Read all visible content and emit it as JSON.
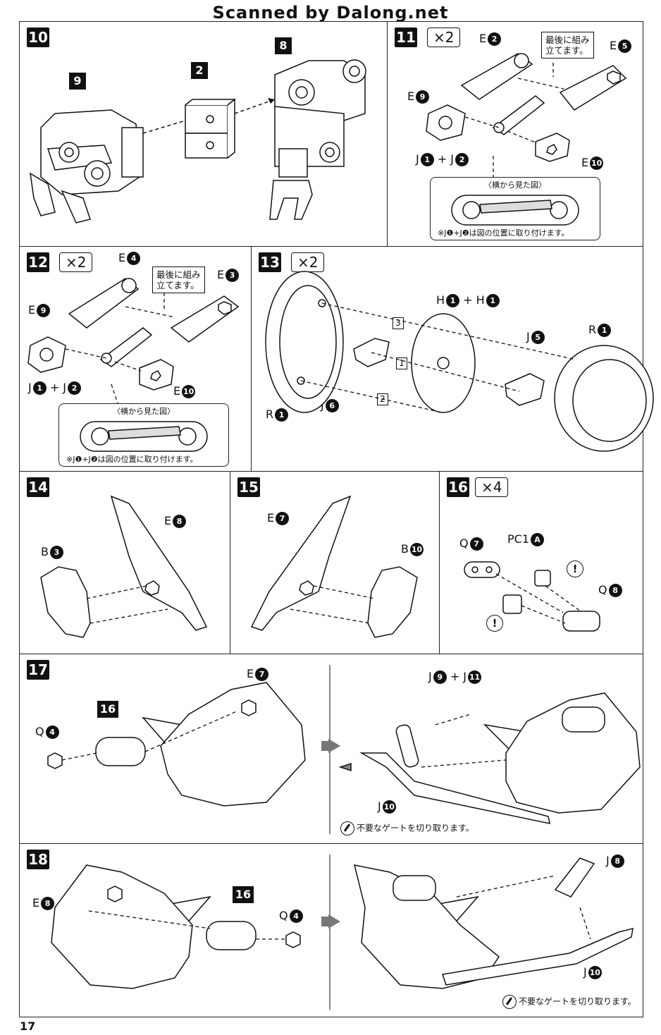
{
  "header": "Scanned by Dalong.net",
  "page_number": "17",
  "steps": {
    "s10": {
      "no": "10",
      "parts": {
        "p9": "9",
        "p2": "2",
        "p8": "8"
      }
    },
    "s11": {
      "no": "11",
      "mult": "×2",
      "labels": {
        "e2": "E",
        "e2n": "2",
        "e5": "E",
        "e5n": "5",
        "e9": "E",
        "e9n": "9",
        "j1": "J",
        "j1n": "1",
        "plus": "+ J",
        "j2n": "2",
        "e10": "E",
        "e10n": "10"
      },
      "callout": "最後に組み\n立てます。",
      "inset_title": "〈横から見た図〉",
      "note": "※J❶+J❷は図の位置に取り付けます。"
    },
    "s12": {
      "no": "12",
      "mult": "×2",
      "labels": {
        "e4": "E",
        "e4n": "4",
        "e3": "E",
        "e3n": "3",
        "e9": "E",
        "e9n": "9",
        "j1": "J",
        "j1n": "1",
        "plus": "+ J",
        "j2n": "2",
        "e10": "E",
        "e10n": "10"
      },
      "callout": "最後に組み\n立てます。",
      "inset_title": "〈横から見た図〉",
      "note": "※J❶+J❷は図の位置に取り付けます。"
    },
    "s13": {
      "no": "13",
      "mult": "×2",
      "labels": {
        "h1": "H",
        "h1n": "1",
        "plus": "+ H",
        "h1n2": "1",
        "j5": "J",
        "j5n": "5",
        "r1a": "R",
        "r1an": "1",
        "r1b": "R",
        "r1bn": "1",
        "j6": "J",
        "j6n": "6"
      },
      "order": {
        "a": "1",
        "b": "2",
        "c": "3"
      }
    },
    "s14": {
      "no": "14",
      "labels": {
        "b3": "B",
        "b3n": "3",
        "e8": "E",
        "e8n": "8"
      }
    },
    "s15": {
      "no": "15",
      "labels": {
        "e7": "E",
        "e7n": "7",
        "b10": "B",
        "b10n": "10"
      }
    },
    "s16": {
      "no": "16",
      "mult": "×4",
      "labels": {
        "q7": "Q",
        "q7n": "7",
        "pc1": "PC1",
        "pc1n": "A",
        "q8": "Q",
        "q8n": "8"
      },
      "warn": "!"
    },
    "s17": {
      "no": "17",
      "labels": {
        "q4": "Q",
        "q4n": "4",
        "e7": "E",
        "e7n": "7",
        "sub": "16",
        "j9": "J",
        "j9n": "9",
        "plus": "+ J",
        "j11n": "11",
        "j10": "J",
        "j10n": "10"
      },
      "gate_note": "不要なゲートを切り取ります。"
    },
    "s18": {
      "no": "18",
      "labels": {
        "e8": "E",
        "e8n": "8",
        "sub": "16",
        "q4": "Q",
        "q4n": "4",
        "j8": "J",
        "j8n": "8",
        "j10": "J",
        "j10n": "10"
      },
      "gate_note": "不要なゲートを切り取ります。"
    }
  }
}
